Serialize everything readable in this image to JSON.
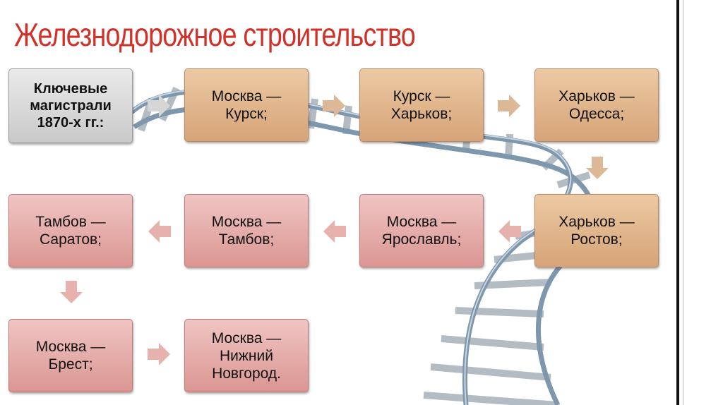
{
  "title": "Железнодорожное строительство",
  "colors": {
    "title": "#d0322a",
    "key_box": "#d9d9d9",
    "tan_box": "#e3b68c",
    "pink_box": "#e5aaa7",
    "arrow_tan": "#d9b593",
    "arrow_pink": "#e6a9a6",
    "rail": "#8ea6bd",
    "sleeper": "#b8bfc6"
  },
  "key_box": "Ключевые\nмагистрали\n1870-х гг.:",
  "routes": [
    {
      "label": "Москва —\nКурск;",
      "style": "tan"
    },
    {
      "label": "Курск —\nХарьков;",
      "style": "tan"
    },
    {
      "label": "Харьков —\nОдесса;",
      "style": "tan"
    },
    {
      "label": "Харьков —\nРостов;",
      "style": "tan"
    },
    {
      "label": "Москва —\nЯрославль;",
      "style": "pink"
    },
    {
      "label": "Москва —\nТамбов;",
      "style": "pink"
    },
    {
      "label": "Тамбов —\nСаратов;",
      "style": "pink"
    },
    {
      "label": "Москва —\nБрест;",
      "style": "pink"
    },
    {
      "label": "Москва —\nНижний\nНовгород.",
      "style": "pink"
    }
  ]
}
